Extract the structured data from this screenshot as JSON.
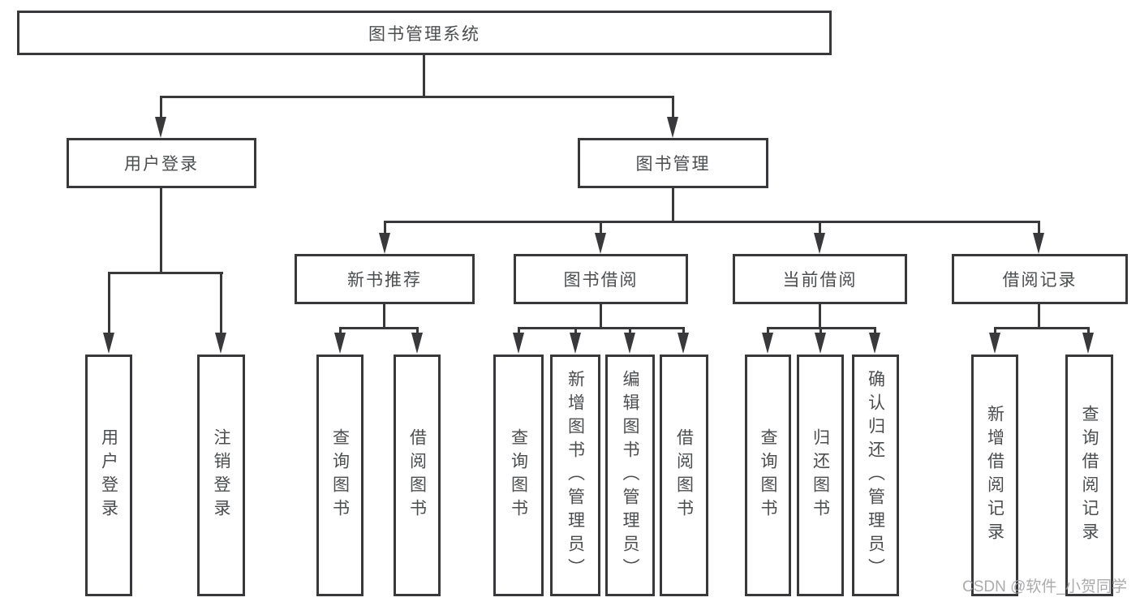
{
  "diagram_title": "图书管理系统",
  "nodes": {
    "root": {
      "label": "图书管理系统"
    },
    "level2": [
      {
        "label": "用户登录"
      },
      {
        "label": "图书管理"
      }
    ],
    "level3": [
      {
        "label": "新书推荐",
        "parent": "图书管理"
      },
      {
        "label": "图书借阅",
        "parent": "图书管理"
      },
      {
        "label": "当前借阅",
        "parent": "图书管理"
      },
      {
        "label": "借阅记录",
        "parent": "图书管理"
      }
    ],
    "leaves": [
      {
        "label": "用户登录",
        "parent": "用户登录"
      },
      {
        "label": "注销登录",
        "parent": "用户登录"
      },
      {
        "label": "查询图书",
        "parent": "新书推荐"
      },
      {
        "label": "借阅图书",
        "parent": "新书推荐"
      },
      {
        "label": "查询图书",
        "parent": "图书借阅"
      },
      {
        "label": "新增图书（管理员）",
        "parent": "图书借阅"
      },
      {
        "label": "编辑图书（管理员）",
        "parent": "图书借阅"
      },
      {
        "label": "借阅图书",
        "parent": "图书借阅"
      },
      {
        "label": "查询图书",
        "parent": "当前借阅"
      },
      {
        "label": "归还图书",
        "parent": "当前借阅"
      },
      {
        "label": "确认归还（管理员）",
        "parent": "当前借阅"
      },
      {
        "label": "新增借阅记录",
        "parent": "借阅记录"
      },
      {
        "label": "查询借阅记录",
        "parent": "借阅记录"
      }
    ]
  },
  "watermark": "CSDN @软件_小贺同学",
  "colors": {
    "line": "#39393b",
    "text": "#4c4d4f",
    "watermark": "#a2a2a4",
    "background": "#ffffff"
  }
}
